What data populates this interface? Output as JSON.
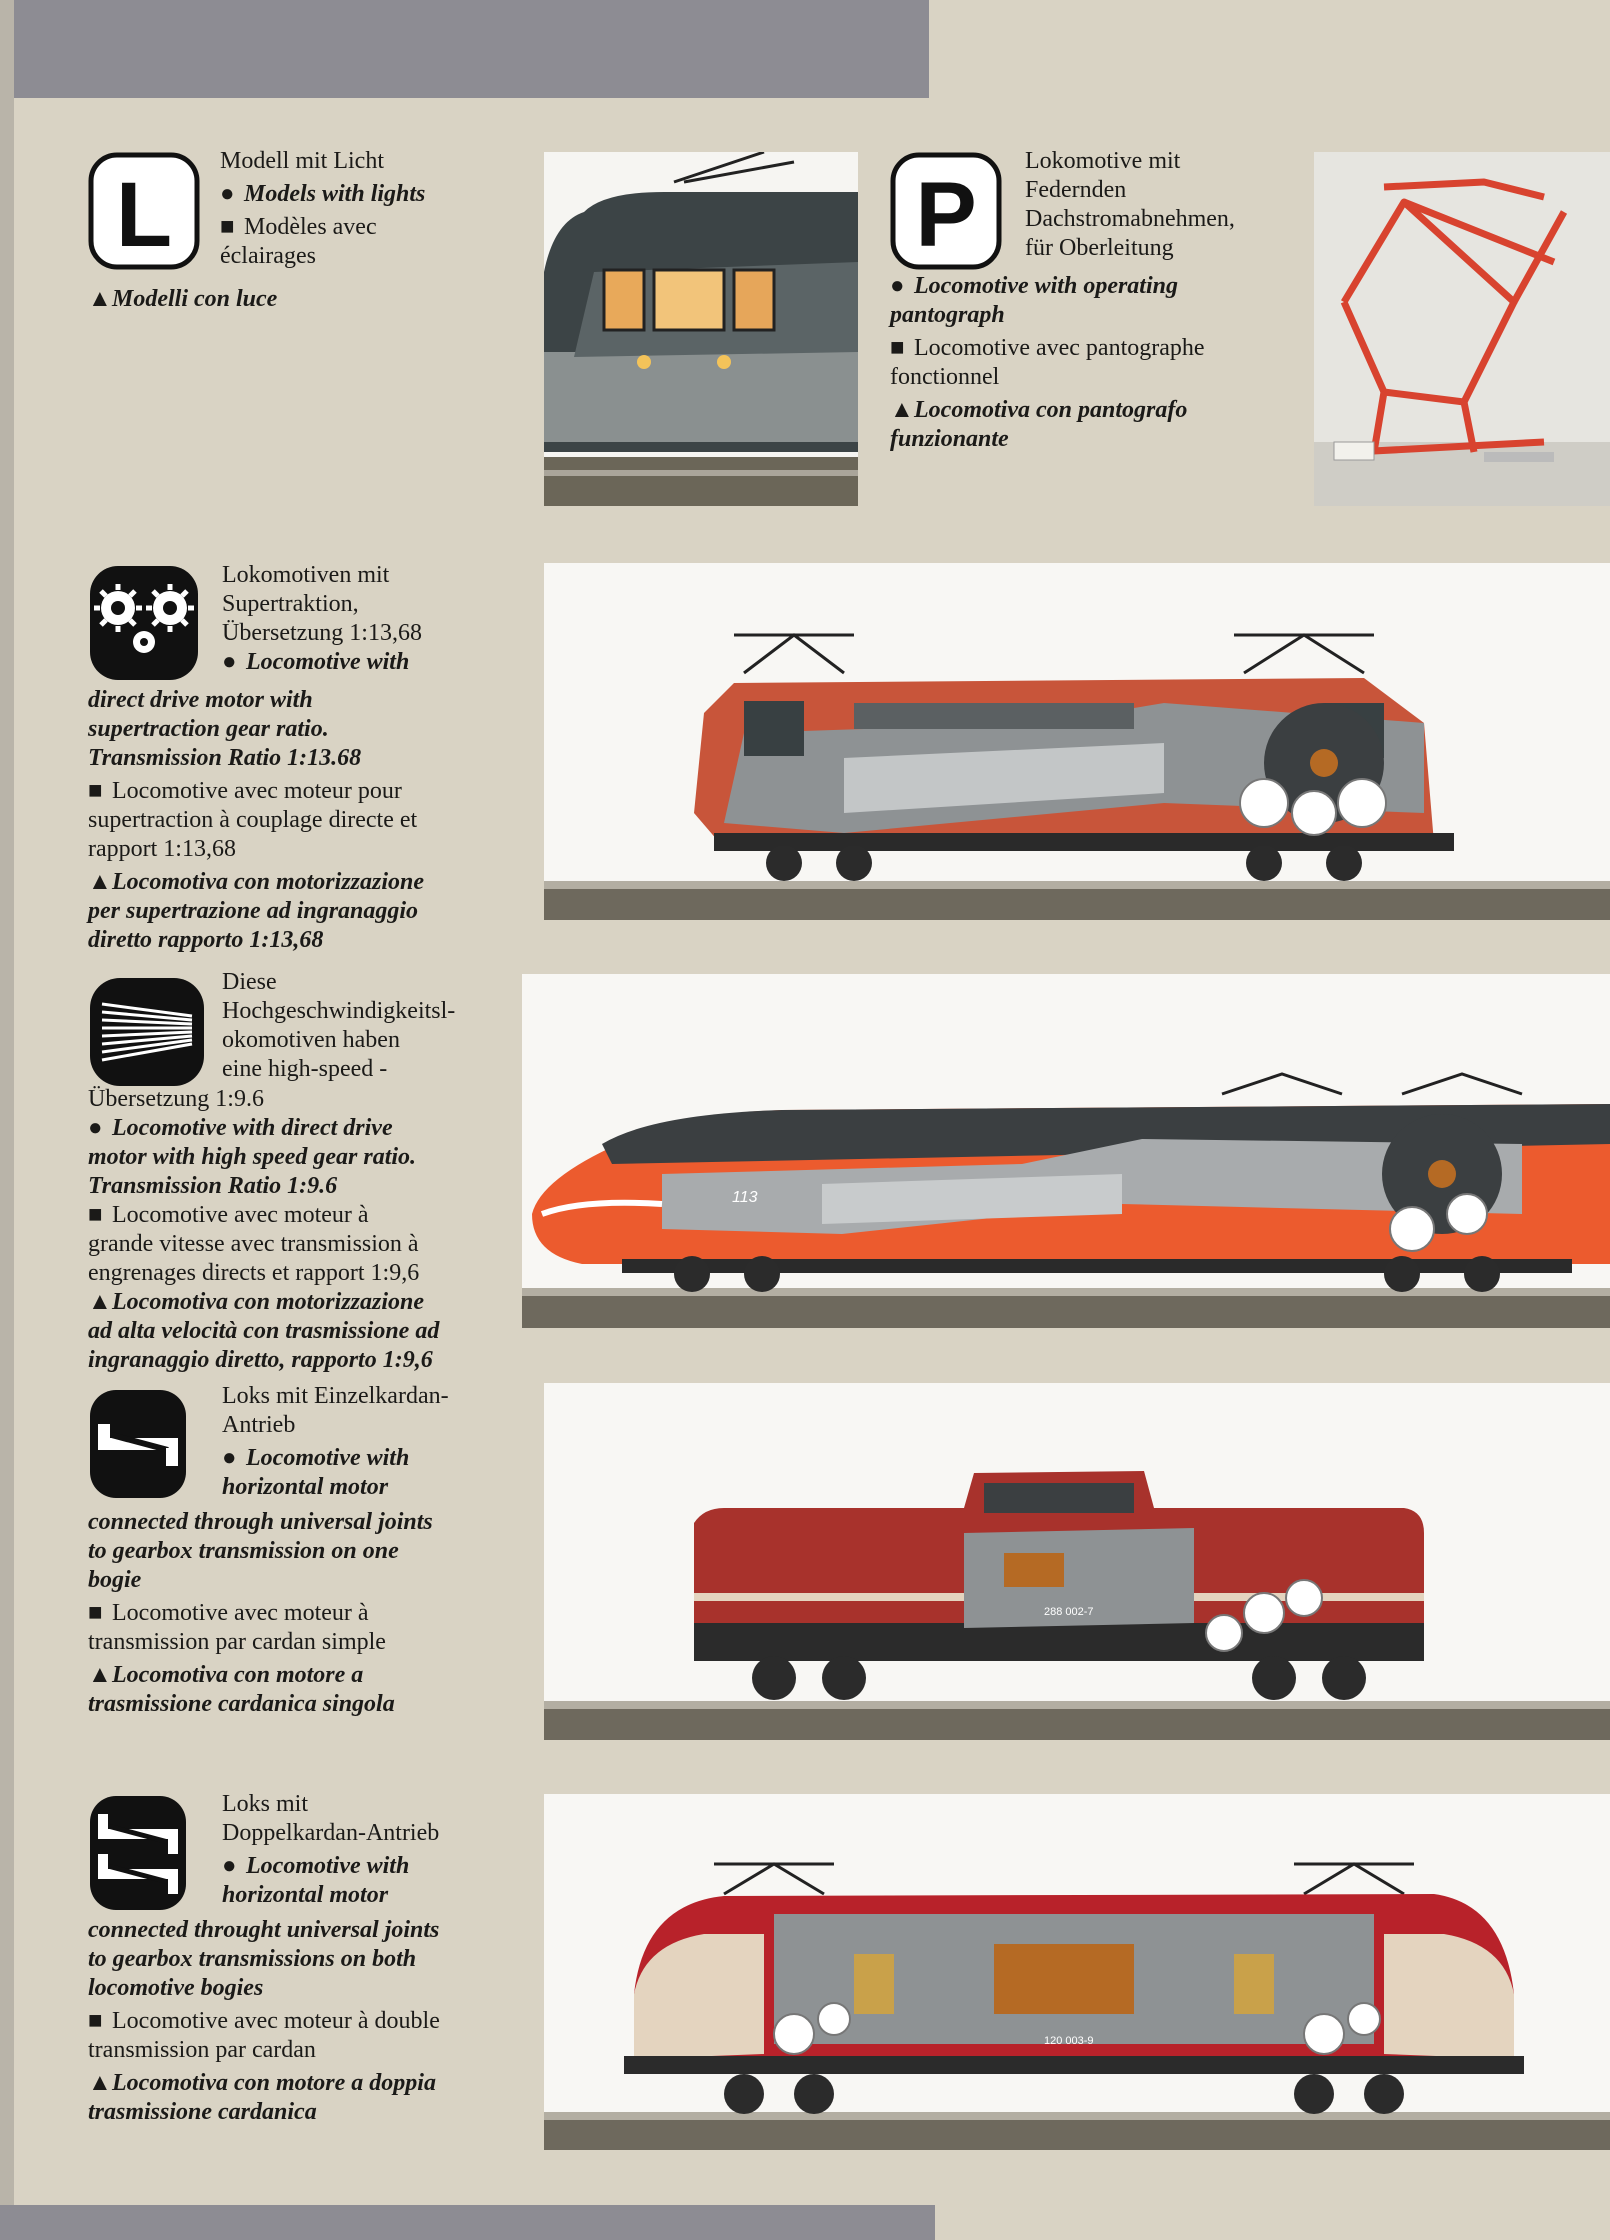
{
  "bullets": {
    "en": "●",
    "fr": "■",
    "it": "▲"
  },
  "legend": {
    "lights": {
      "de": "Modell mit Licht",
      "en": "Models with lights",
      "fr_1": "Modèles avec",
      "fr_2": "éclairages",
      "it": "Modelli con luce",
      "icon_letter": "L"
    },
    "pantograph": {
      "de_1": "Lokomotive mit",
      "de_2": "Federnden",
      "de_3": "Dachstromabnehmen,",
      "de_4": "für Oberleitung",
      "en_1": "Locomotive with operating",
      "en_2": "pantograph",
      "fr_1": "Locomotive avec pantographe",
      "fr_2": "fonctionnel",
      "it_1": "Locomotiva con pantografo",
      "it_2": "funzionante",
      "icon_letter": "P"
    },
    "supertraction": {
      "de_1": "Lokomotiven mit",
      "de_2": "Supertraktion,",
      "de_3": "Übersetzung 1:13,68",
      "en_1": "Locomotive with",
      "en_2": "direct drive motor with",
      "en_3": "supertraction gear ratio.",
      "en_4": "Transmission Ratio 1:13.68",
      "fr_1": "Locomotive avec moteur pour",
      "fr_2": "supertraction à couplage directe et",
      "fr_3": "rapport 1:13,68",
      "it_1": "Locomotiva con motorizzazione",
      "it_2": "per supertrazione ad ingranaggio",
      "it_3": "diretto rapporto 1:13,68"
    },
    "highspeed": {
      "de_1": "Diese",
      "de_2": "Hochgeschwindigkeitsl-",
      "de_3": "okomotiven haben",
      "de_4": "eine high-speed -",
      "de_5": "Übersetzung 1:9.6",
      "en_1": "Locomotive with direct drive",
      "en_2": "motor with high speed gear ratio.",
      "en_3": "Transmission Ratio 1:9.6",
      "fr_1": "Locomotive avec moteur à",
      "fr_2": "grande vitesse avec transmission à",
      "fr_3": "engrenages directs et rapport 1:9,6",
      "it_1": "Locomotiva con motorizzazione",
      "it_2": "ad alta velocità con trasmissione ad",
      "it_3": "ingranaggio diretto, rapporto 1:9,6"
    },
    "single_cardan": {
      "de_1": "Loks mit Einzelkardan-",
      "de_2": "Antrieb",
      "en_1": "Locomotive with",
      "en_2": "horizontal motor",
      "en_3": "connected through universal joints",
      "en_4": "to gearbox transmission on one",
      "en_5": "bogie",
      "fr_1": "Locomotive avec moteur à",
      "fr_2": "transmission par cardan simple",
      "it_1": "Locomotiva con motore a",
      "it_2": "trasmissione cardanica singola"
    },
    "double_cardan": {
      "de_1": "Loks mit",
      "de_2": "Doppelkardan-Antrieb",
      "en_1": "Locomotive with",
      "en_2": "horizontal motor",
      "en_3": "connected throught universal joints",
      "en_4": "to gearbox transmissions on both",
      "en_5": "locomotive bogies",
      "fr_1": "Locomotive avec moteur à double",
      "fr_2": "transmission par cardan",
      "it_1": "Locomotiva con motore a doppia",
      "it_2": "trasmissione cardanica"
    }
  },
  "photo_labels": {
    "tgv_number": "113",
    "diesel_number": "288 002-7",
    "electric_number": "120 003-9"
  },
  "colors": {
    "page": "#d9d3c4",
    "band": "#8d8c93",
    "photo_bg": "#f7f6f3",
    "loco_orange": "#c8553a",
    "loco_grey": "#8e9294",
    "tgv_orange": "#ec5b2e",
    "diesel_red": "#a8322c",
    "electric_red": "#b8222a",
    "cream": "#e4d4bf",
    "pantograph_red": "#d8432f"
  }
}
